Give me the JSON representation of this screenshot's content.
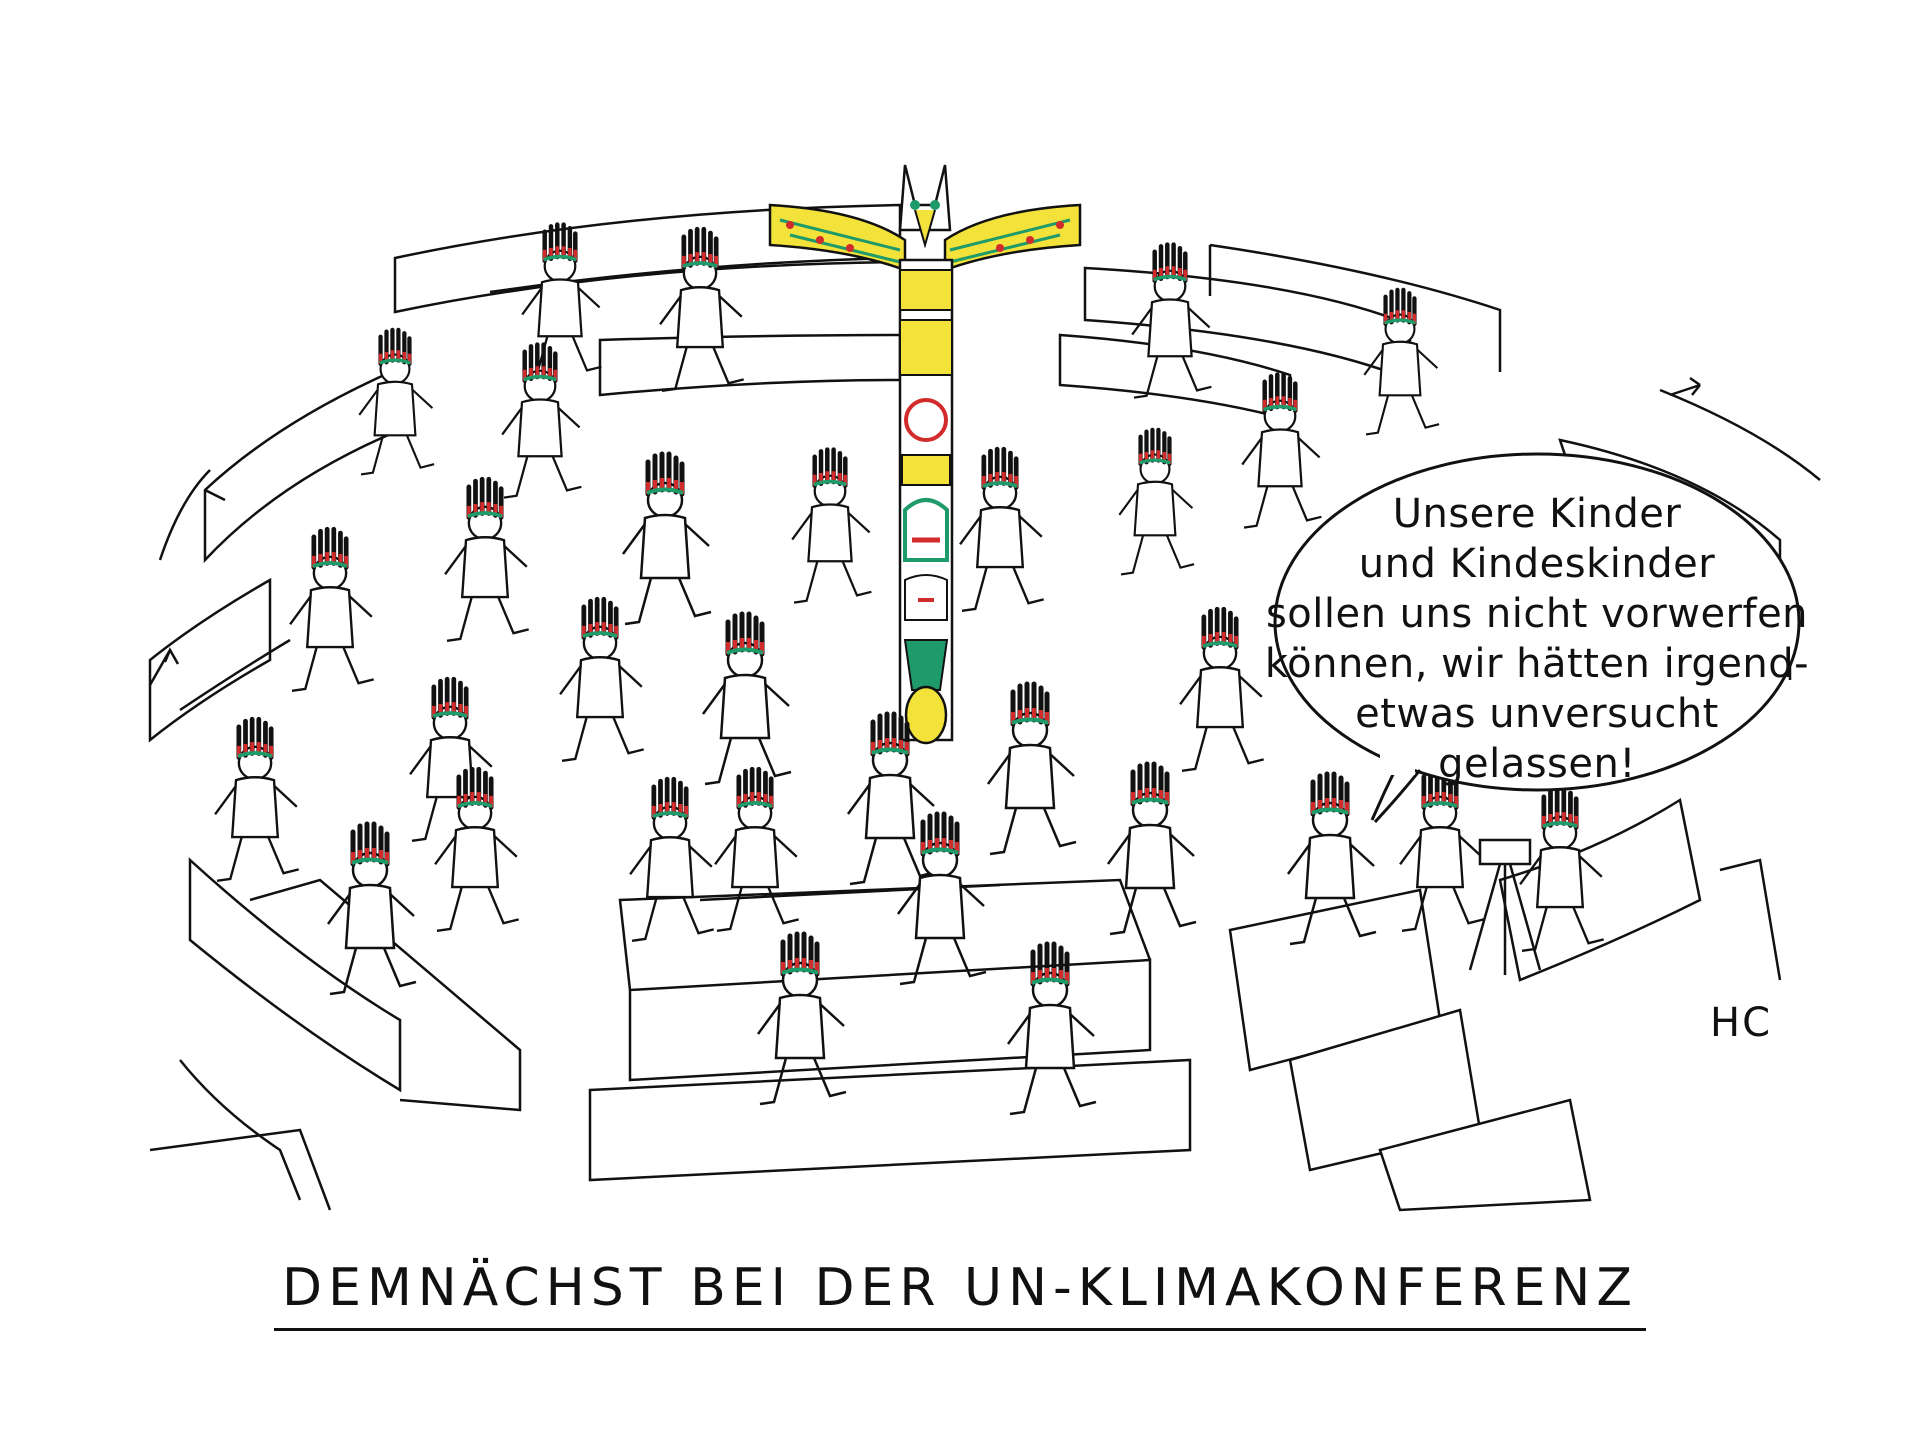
{
  "speech_bubble": {
    "lines": [
      "Unsere Kinder",
      "und Kindeskinder",
      "sollen uns nicht vorwerfen",
      "können, wir hätten irgend-",
      "etwas unversucht",
      "gelassen!"
    ]
  },
  "caption": "DEMNÄCHST BEI DER UN-KLIMAKONFERENZ",
  "signature": "HC",
  "colors": {
    "ink": "#111111",
    "totem_yellow": "#f2e23a",
    "totem_green": "#1f9a6a",
    "totem_red": "#d22b2b",
    "skin_brown": "#a86a4a",
    "skin_dark": "#6b3e2a",
    "skin_light": "#f4e6b5"
  }
}
